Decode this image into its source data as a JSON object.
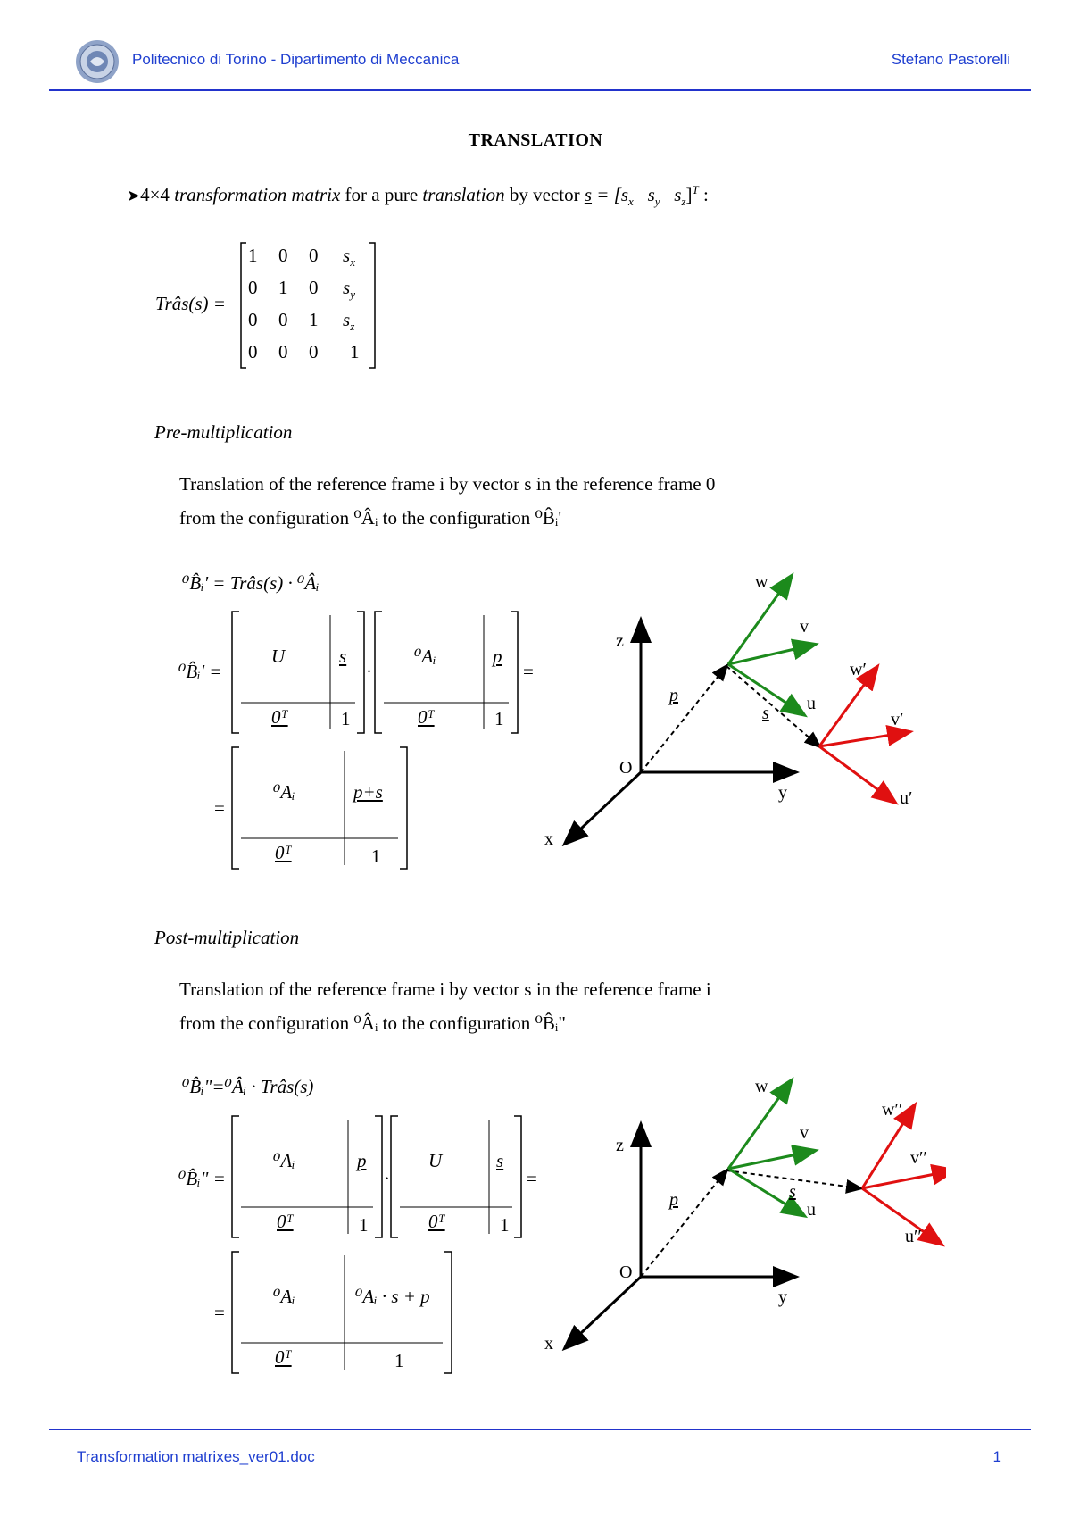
{
  "header": {
    "left_text": "Politecnico di Torino  -  Dipartimento di Meccanica",
    "right_text": "Stefano Pastorelli"
  },
  "title": "TRANSLATION",
  "intro": {
    "bullet": "➤",
    "t1": "4×4 ",
    "t2": "transformation matrix",
    "t3": " for a pure ",
    "t4": "translation",
    "t5": " by vector ",
    "vec": "s",
    "eq": " = [s",
    "sx": "x",
    "sy": "s",
    "syl": "y",
    "sz": "s",
    "szl": "z",
    "sup": "T",
    "colon": " :"
  },
  "tras_matrix": {
    "lhs": "Trâs(s) =",
    "rows": [
      [
        "1",
        "0",
        "0",
        "s_x"
      ],
      [
        "0",
        "1",
        "0",
        "s_y"
      ],
      [
        "0",
        "0",
        "1",
        "s_z"
      ],
      [
        "0",
        "0",
        "0",
        "1"
      ]
    ]
  },
  "pre": {
    "heading": "Pre-multiplication",
    "line1": "Translation of the reference frame i by vector s  in the reference frame 0",
    "line2": "from the configuration ⁰Âᵢ  to the configuration ⁰B̂ᵢ'",
    "eq1": "⁰B̂ᵢ' = Trâs(s) · ⁰Âᵢ",
    "lhs": "⁰B̂ᵢ' =",
    "m1": {
      "tl": "U",
      "tr": "s",
      "bl": "0ᵀ",
      "br": "1"
    },
    "m2": {
      "tl": "⁰Aᵢ",
      "tr": "p",
      "bl": "0ᵀ",
      "br": "1"
    },
    "dot": "·",
    "eqsign": "=",
    "res_eq": "=",
    "res": {
      "tl": "⁰Aᵢ",
      "tr": "p+s",
      "bl": "0ᵀ",
      "br": "1"
    }
  },
  "post": {
    "heading": "Post-multiplication",
    "line1": "Translation of the reference frame i by vector s  in the reference frame i",
    "line2": "from the configuration ⁰Âᵢ  to the configuration ⁰B̂ᵢ\"",
    "eq1": "⁰B̂ᵢ\"=⁰Âᵢ · Trâs(s)",
    "lhs": "⁰B̂ᵢ\" =",
    "m1": {
      "tl": "⁰Aᵢ",
      "tr": "p",
      "bl": "0ᵀ",
      "br": "1"
    },
    "m2": {
      "tl": "U",
      "tr": "s",
      "bl": "0ᵀ",
      "br": "1"
    },
    "dot": "·",
    "eqsign": "=",
    "res_eq": "=",
    "res": {
      "tl": "⁰Aᵢ",
      "tr": "⁰Aᵢ · s + p",
      "bl": "0ᵀ",
      "br": "1"
    }
  },
  "diagram1": {
    "z": "z",
    "y": "y",
    "x": "x",
    "o": "O",
    "p": "p",
    "s": "s",
    "w": "w",
    "v": "v",
    "u": "u",
    "w2": "w′",
    "v2": "v′",
    "u2": "u′"
  },
  "diagram2": {
    "z": "z",
    "y": "y",
    "x": "x",
    "o": "O",
    "p": "p",
    "s": "s",
    "w": "w",
    "v": "v",
    "u": "u",
    "w2": "w′′",
    "v2": "v′′",
    "u2": "u′′"
  },
  "footer": {
    "left_text": "Transformation matrixes_ver01.doc",
    "page": "1"
  },
  "colors": {
    "header_blue": "#1f3fd0",
    "rule": "#2233cc",
    "green": "#1c8a1c",
    "red": "#e01010"
  }
}
